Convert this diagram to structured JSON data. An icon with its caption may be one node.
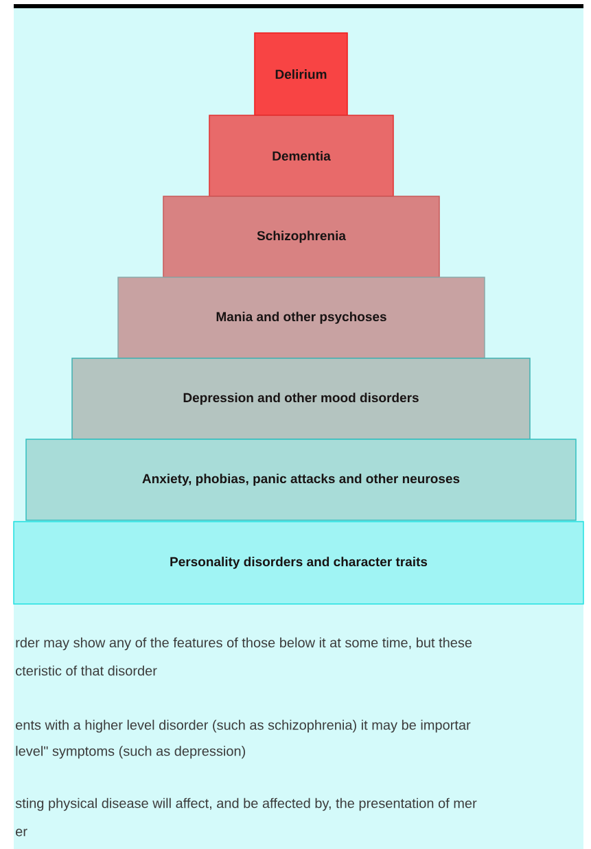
{
  "diagram": {
    "nodes": [
      {
        "text": [
          "Delirium"
        ]
      },
      {
        "text": [
          "Dementia"
        ]
      },
      {
        "text": [
          "Schizophrenia"
        ]
      },
      {
        "text": [
          "Mania and other psychoses"
        ]
      },
      {
        "text": [
          "Depression and other mood disorders"
        ]
      },
      {
        "text": [
          "Anxiety, phobias, panic attacks and other neuroses"
        ]
      },
      {
        "text": [
          "Personality disorders and character traits"
        ]
      }
    ],
    "labels": [
      "rder may show any of the features of those below it at some time, but these",
      "cteristic of that disorder",
      "ents with a higher level disorder (such as schizophrenia) it may be importar",
      "level\" symptoms (such as depression)",
      "sting physical disease will affect, and be affected by, the presentation of mer",
      "er"
    ]
  }
}
